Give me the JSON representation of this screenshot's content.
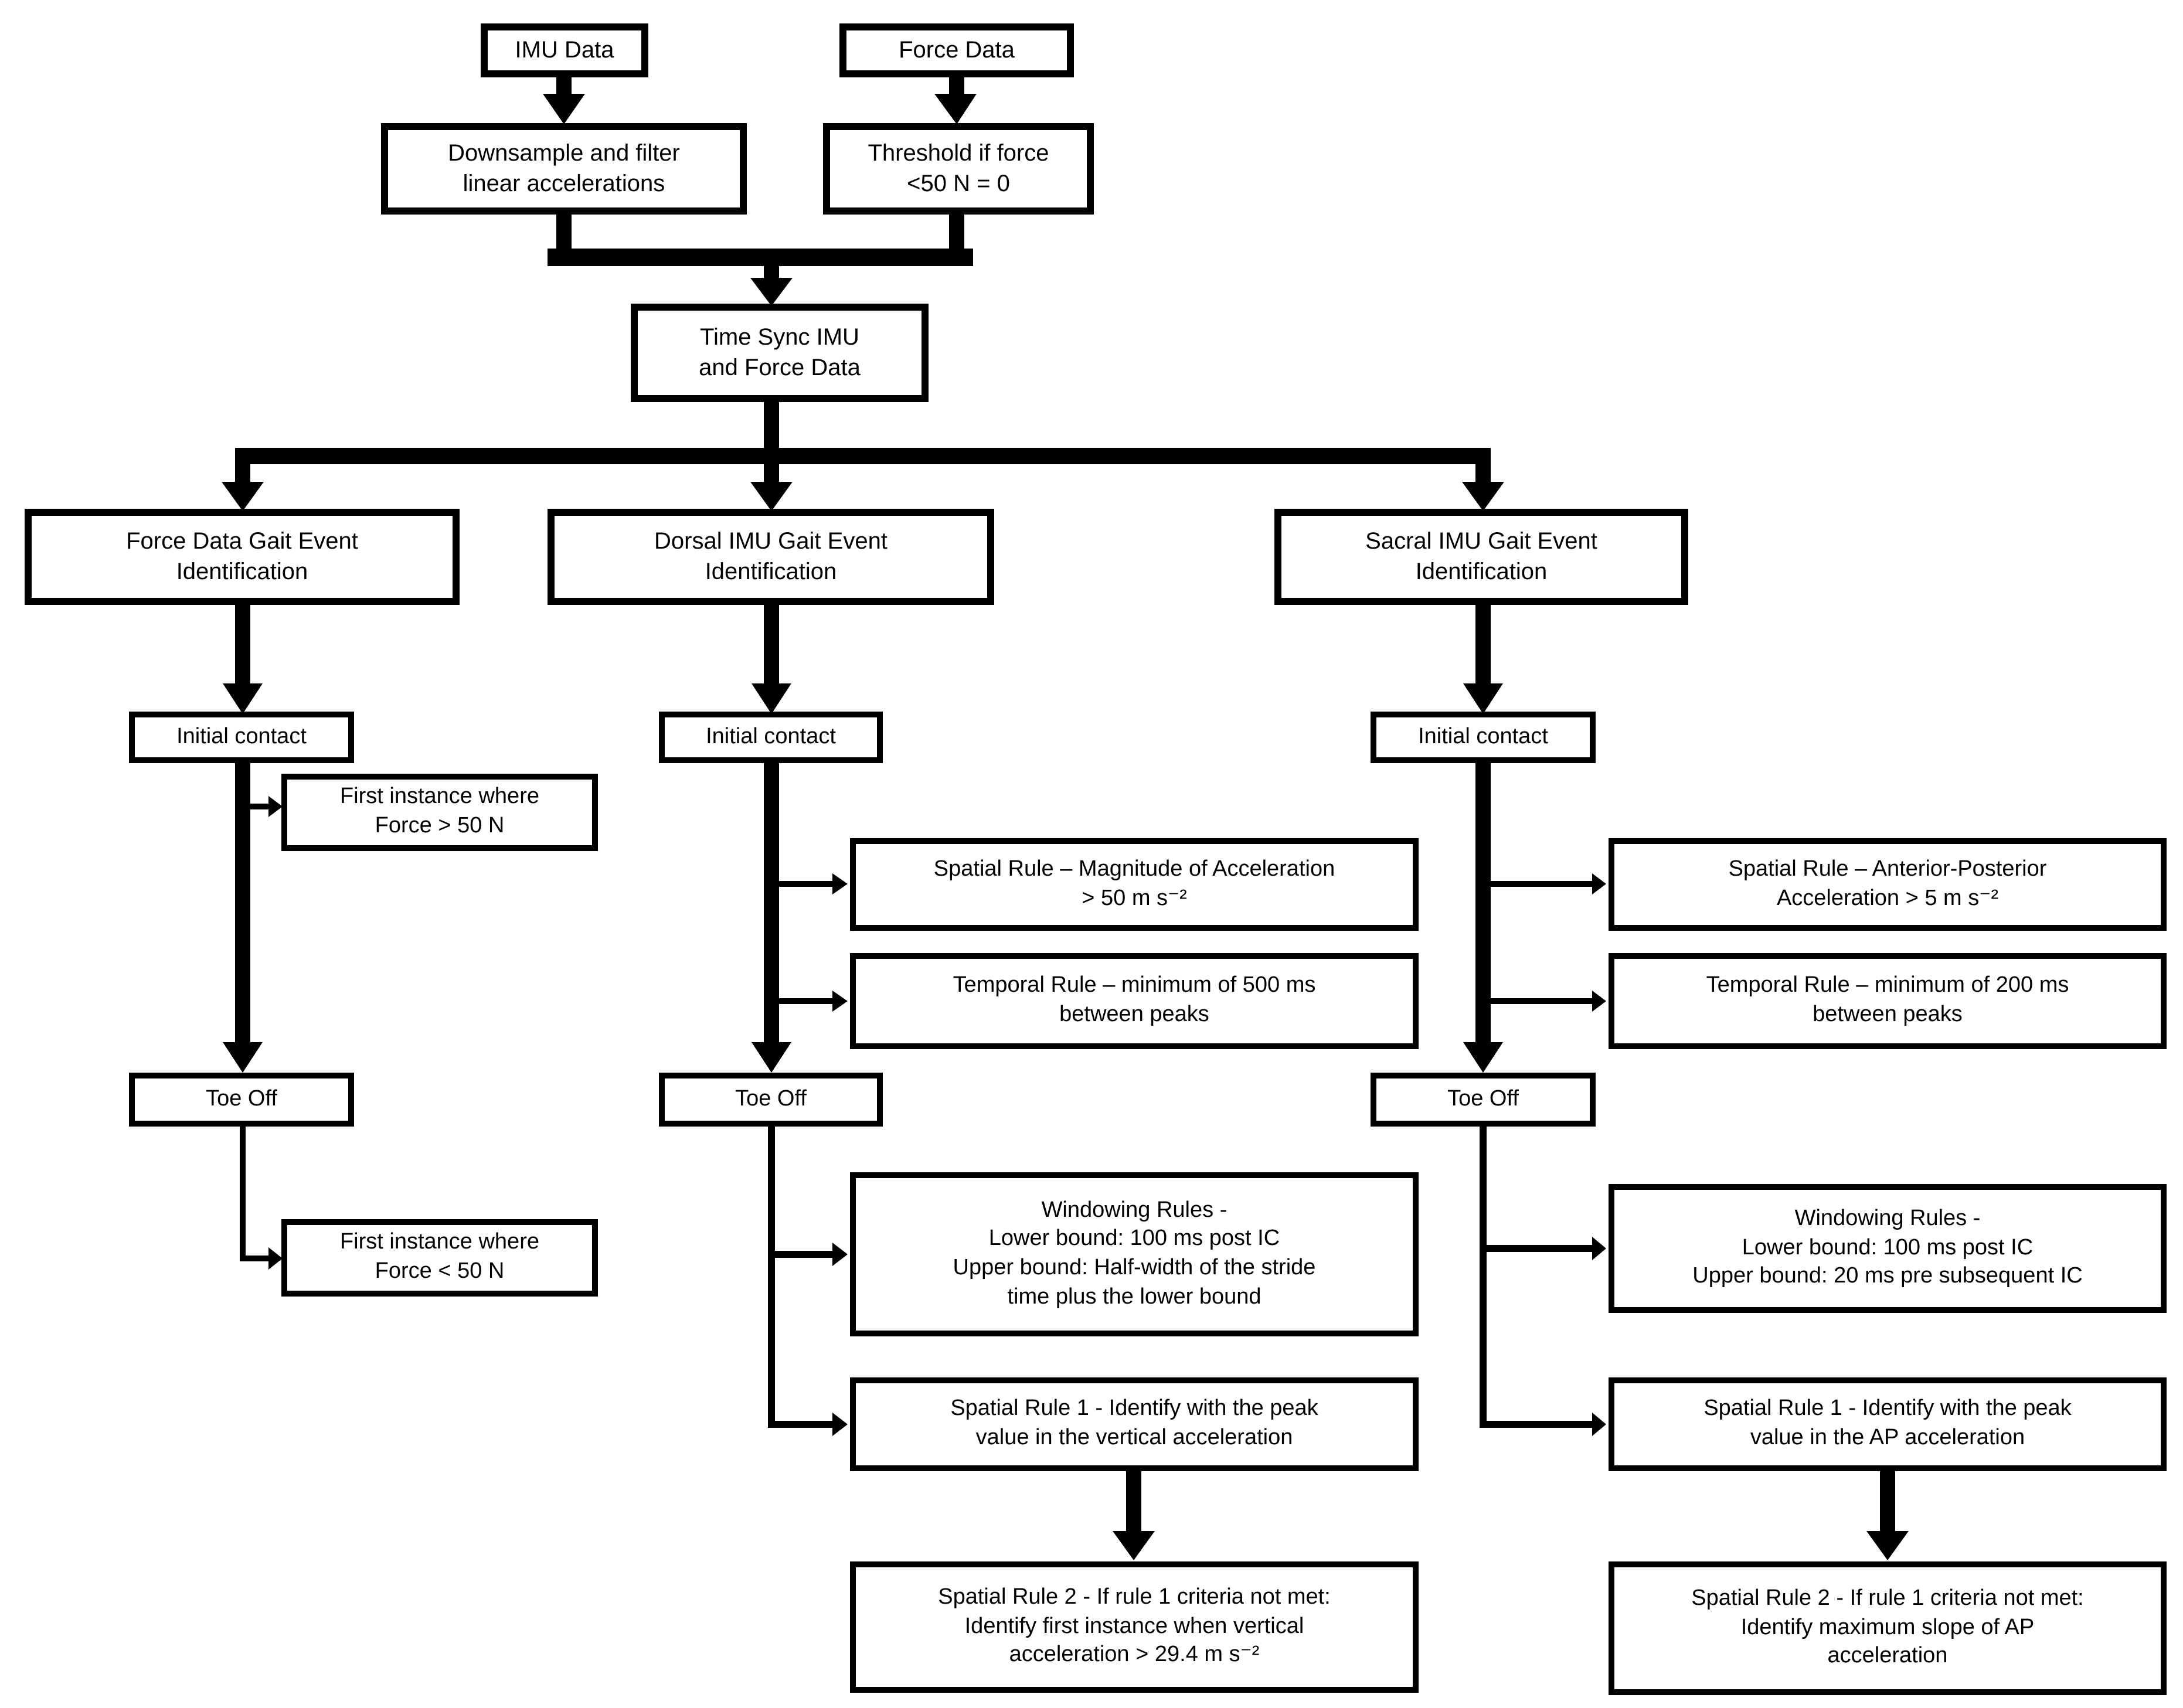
{
  "flowchart": {
    "description": "Flowchart of gait event identification from time-synchronised IMU and force data",
    "colors": {
      "line": "#000000",
      "box_background": "#ffffff",
      "box_border": "#000000"
    },
    "top": {
      "imu_data": "IMU Data",
      "force_data": "Force Data",
      "downsample": "Downsample and filter\nlinear accelerations",
      "threshold": "Threshold if force\n<50 N = 0",
      "time_sync": "Time Sync IMU\nand Force Data"
    },
    "force_branch": {
      "header": "Force Data Gait Event\nIdentification",
      "initial_contact": "Initial contact",
      "initial_contact_rule": "First instance where\nForce > 50 N",
      "toe_off": "Toe Off",
      "toe_off_rule": "First instance where\nForce < 50 N"
    },
    "dorsal_branch": {
      "header": "Dorsal IMU Gait Event\nIdentification",
      "initial_contact": "Initial contact",
      "spatial_rule": "Spatial Rule – Magnitude of Acceleration\n> 50 m s⁻²",
      "temporal_rule": "Temporal Rule – minimum of 500 ms\nbetween peaks",
      "toe_off": "Toe Off",
      "windowing_rules": "Windowing Rules -\nLower bound: 100 ms post IC\nUpper bound: Half-width of the stride\ntime plus the lower bound",
      "spatial_rule_1": "Spatial Rule 1 - Identify with the peak\nvalue in the vertical acceleration",
      "spatial_rule_2": "Spatial Rule 2 - If rule 1 criteria not met:\nIdentify first instance when vertical\nacceleration > 29.4 m s⁻²"
    },
    "sacral_branch": {
      "header": "Sacral IMU Gait Event\nIdentification",
      "initial_contact": "Initial contact",
      "spatial_rule": "Spatial Rule – Anterior-Posterior\nAcceleration > 5 m s⁻²",
      "temporal_rule": "Temporal Rule – minimum of 200 ms\nbetween peaks",
      "toe_off": "Toe Off",
      "windowing_rules": "Windowing Rules -\nLower bound: 100 ms post IC\nUpper bound: 20 ms pre subsequent IC",
      "spatial_rule_1": "Spatial Rule 1 - Identify with the peak\nvalue in the AP acceleration",
      "spatial_rule_2": "Spatial Rule 2 - If rule 1 criteria not met:\nIdentify maximum slope of AP\nacceleration"
    }
  }
}
